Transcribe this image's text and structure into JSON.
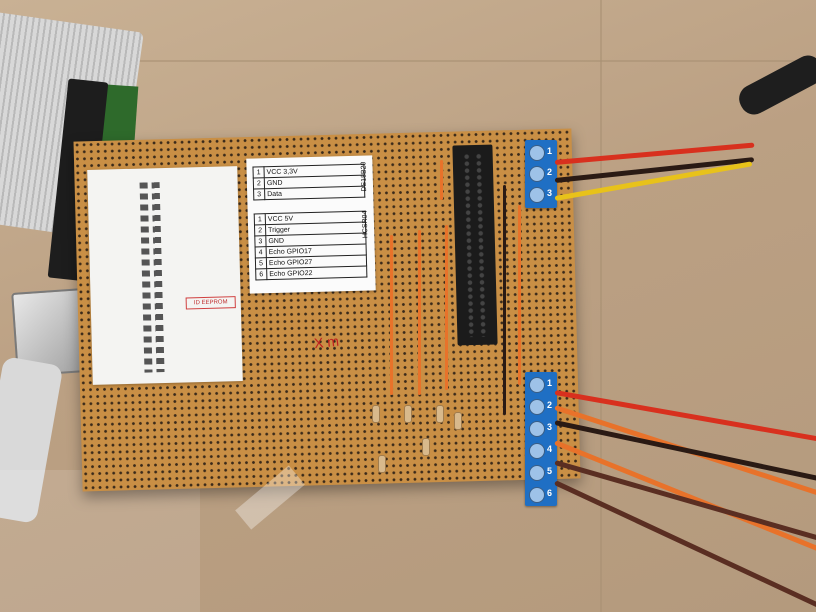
{
  "pinout_label": {
    "eeprom_text": "ID EEPROM"
  },
  "sensor_label": {
    "ds18b20_tag": "DS18B20",
    "hcsr04_tag": "HCSR04",
    "ds18b20_rows": [
      {
        "num": "1",
        "text": "VCC 3,3V"
      },
      {
        "num": "2",
        "text": "GND"
      },
      {
        "num": "3",
        "text": "Data"
      }
    ],
    "hcsr04_rows": [
      {
        "num": "1",
        "text": "VCC 5V"
      },
      {
        "num": "2",
        "text": "Trigger"
      },
      {
        "num": "3",
        "text": "GND"
      },
      {
        "num": "4",
        "text": "Echo GPIO17"
      },
      {
        "num": "5",
        "text": "Echo GPIO27"
      },
      {
        "num": "6",
        "text": "Echo GPIO22"
      }
    ]
  },
  "terminal_top": {
    "numbers": [
      "1",
      "2",
      "3"
    ]
  },
  "terminal_bottom": {
    "numbers": [
      "1",
      "2",
      "3",
      "4",
      "5",
      "6"
    ]
  },
  "board_mark": "X m",
  "colors": {
    "board": "#c98f45",
    "terminal": "#1f6fc4",
    "wire_red": "#d8301e",
    "wire_yellow": "#e8c21a",
    "wire_orange": "#e8722a",
    "wire_brown": "#5a2e22"
  }
}
